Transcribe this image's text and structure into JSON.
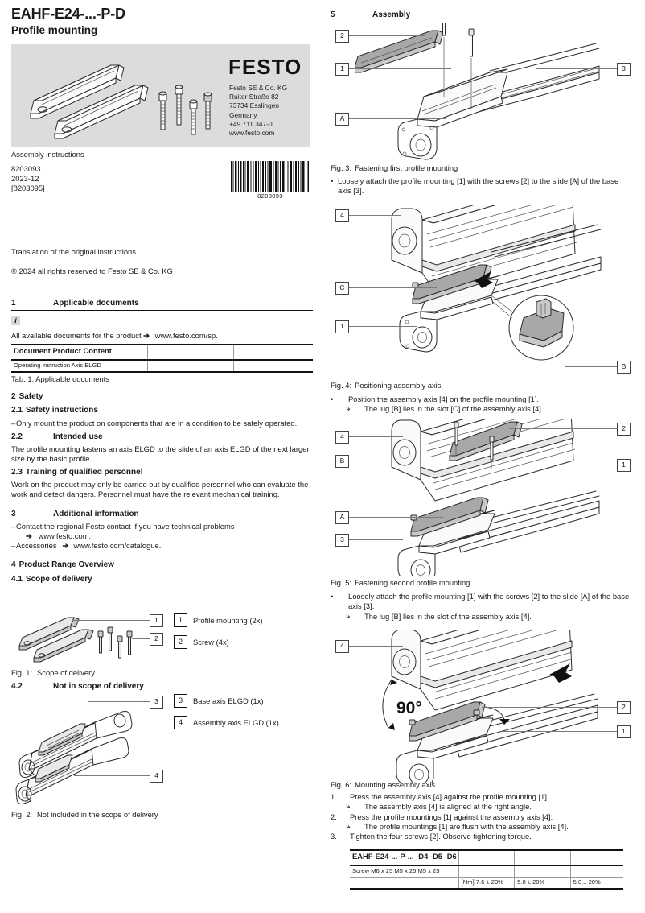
{
  "document": {
    "title": "EAHF-E24-...-P-D",
    "subtitle": "Profile mounting",
    "kind": "Assembly instructions",
    "doc_number": "8203093",
    "date": "2023-12",
    "bracket_number": "[8203095]",
    "barcode_number": "8203093",
    "translation_note": "Translation of the original instructions",
    "copyright": "© 2024 all rights reserved to Festo SE & Co. KG"
  },
  "company": {
    "logo": "FESTO",
    "name": "Festo SE & Co. KG",
    "street": "Ruiter Straße 82",
    "city": "73734 Esslingen",
    "country": "Germany",
    "phone": "+49 711 347-0",
    "website": "www.festo.com"
  },
  "sections": {
    "applicable_documents": {
      "number": "1",
      "title": "Applicable documents",
      "info_icon": "i",
      "note": "All available documents for the product",
      "note_arrow": "➔",
      "note_link": "www.festo.com/sp.",
      "table": {
        "headers": [
          "Document",
          "Product",
          "Content"
        ],
        "rows": [
          [
            "Operating instruction Axis ELGD –",
            "",
            ""
          ]
        ],
        "caption": "Tab. 1: Applicable documents"
      }
    },
    "safety": {
      "number": "2",
      "title": "Safety",
      "sub_instructions": {
        "number": "2.1",
        "title": "Safety instructions",
        "items": [
          "Only mount the product on components that are in a condition to be safely operated."
        ]
      },
      "sub_intended": {
        "number": "2.2",
        "title": "Intended use",
        "text": "The profile mounting fastens an axis ELGD to the slide of an axis ELGD of the next larger size by the basic profile."
      },
      "sub_training": {
        "number": "2.3",
        "title": "Training of qualified personnel",
        "text": "Work on the product may only be carried out by qualified personnel who can evaluate the work and detect dangers. Personnel must have the relevant mechanical training."
      }
    },
    "additional_information": {
      "number": "3",
      "title": "Additional information",
      "items": [
        {
          "text": "Contact the regional Festo contact if you have technical problems",
          "arrow": "➔",
          "link": "www.festo.com."
        },
        {
          "text": "Accessories",
          "arrow": "➔",
          "link": "www.festo.com/catalogue."
        }
      ]
    },
    "product_range": {
      "number": "4",
      "title": "Product Range Overview",
      "scope": {
        "number": "4.1",
        "title": "Scope of delivery",
        "legend": [
          {
            "key": "1",
            "label": "Profile mounting (2x)"
          },
          {
            "key": "2",
            "label": "Screw (4x)"
          }
        ],
        "fig_label": "Fig. 1:",
        "fig_caption": "Scope of delivery",
        "callouts": [
          "1",
          "2"
        ]
      },
      "not_scope": {
        "number": "4.2",
        "title": "Not in scope of delivery",
        "legend": [
          {
            "key": "3",
            "label": "Base axis ELGD (1x)"
          },
          {
            "key": "4",
            "label": "Assembly axis ELGD (1x)"
          }
        ],
        "fig_label": "Fig. 2:",
        "fig_caption": "Not included in the scope of delivery",
        "callouts": [
          "3",
          "4"
        ]
      }
    },
    "assembly": {
      "number": "5",
      "title": "Assembly",
      "figures": [
        {
          "id": "fig3",
          "fig_label": "Fig. 3:",
          "fig_caption": "Fastening first profile mounting",
          "callouts": [
            "2",
            "1",
            "A",
            "3"
          ],
          "steps": [
            {
              "bullet": "•",
              "text": "Loosely attach the profile mounting [1] with the screws [2] to the slide [A] of the base axis [3]."
            }
          ]
        },
        {
          "id": "fig4",
          "fig_label": "Fig. 4:",
          "fig_caption": "Positioning assembly axis",
          "callouts": [
            "4",
            "C",
            "1",
            "B"
          ],
          "steps": [
            {
              "bullet": "•",
              "text": "Position the assembly axis [4] on the profile mounting [1]."
            },
            {
              "bullet": "↳",
              "text": "The lug [B] lies in the slot [C] of the assembly axis [4]."
            }
          ]
        },
        {
          "id": "fig5",
          "fig_label": "Fig. 5:",
          "fig_caption": "Fastening second profile mounting",
          "callouts": [
            "4",
            "B",
            "A",
            "3",
            "2",
            "1"
          ],
          "steps": [
            {
              "bullet": "•",
              "text": "Loosely attach the profile mounting [1] with the screws [2] to the slide [A] of the base axis [3]."
            },
            {
              "bullet": "↳",
              "text": "The lug [B] lies in the slot of the assembly axis [4]."
            }
          ]
        },
        {
          "id": "fig6",
          "fig_label": "Fig. 6:",
          "fig_caption": "Mounting assembly axis",
          "angle_label": "90°",
          "callouts": [
            "4",
            "2",
            "1"
          ],
          "steps": [
            {
              "bullet": "1.",
              "text": "Press the assembly axis [4] against the profile mounting [1]."
            },
            {
              "bullet": "↳",
              "text": "The assembly axis [4] is aligned at the right angle."
            },
            {
              "bullet": "2.",
              "text": "Press the profile mountings [1] against the assembly axis [4]."
            },
            {
              "bullet": "↳",
              "text": "The profile mountings [1] are flush with the assembly axis [4]."
            },
            {
              "bullet": "3.",
              "text": "Tighten the four screws [2]. Observe tightening torque."
            }
          ]
        }
      ],
      "torque_table": {
        "headers": [
          "EAHF-E24-...-P-...",
          "-D4",
          "-D5",
          "-D6"
        ],
        "header_display": "EAHF-E24-...-P-... -D4 -D5 -D6",
        "rows": [
          {
            "label": "Screw",
            "values": [
              "M6 x 25",
              "M5 x 25",
              "M5 x 25"
            ],
            "display": "Screw M6 x 25 M5 x 25 M5 x 25"
          },
          {
            "label": "[Nm]",
            "values": [
              "7.6 ± 20%",
              "5.0 ± 20%",
              "5.0 ± 20%"
            ],
            "display": "[Nm] 7.6 ± 20%"
          }
        ]
      }
    }
  }
}
